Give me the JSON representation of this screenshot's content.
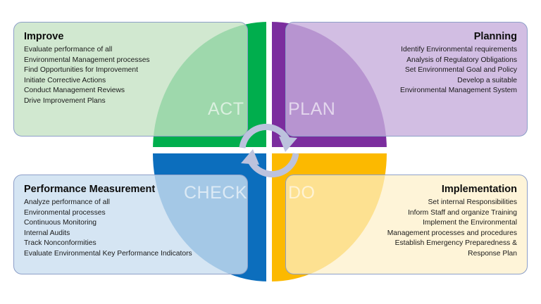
{
  "diagram": {
    "title": "PDCA Environmental Management Cycle",
    "type": "pdca-cycle"
  },
  "colors": {
    "act_wedge": "#00ae4d",
    "plan_wedge": "#7b2d9e",
    "check_wedge": "#0c6ebd",
    "do_wedge": "#fcb900",
    "improve_card": "#c6e2c4",
    "planning_card": "#c7aedc",
    "performance_card": "#cadef0",
    "implementation_card": "#fdf0c9",
    "card_border": "#8d9fc8",
    "arrow": "#bcc2dd"
  },
  "stage_words": {
    "act": "ACT",
    "plan": "PLAN",
    "check": "CHECK",
    "do": "DO"
  },
  "quadrants": {
    "improve": {
      "title": "Improve",
      "stage": "ACT",
      "lines": [
        "Evaluate performance of all",
        "Environmental Management processes",
        "Find Opportunities for Improvement",
        "Initiate Corrective Actions",
        "Conduct Management Reviews",
        "Drive Improvement Plans"
      ]
    },
    "planning": {
      "title": "Planning",
      "stage": "PLAN",
      "lines": [
        "Identify Environmental requirements",
        "Analysis of Regulatory Obligations",
        "Set Environmental Goal and Policy",
        "Develop a suitable",
        "Environmental Management System"
      ]
    },
    "performance": {
      "title": "Performance Measurement",
      "stage": "CHECK",
      "lines": [
        "Analyze performance of all",
        "Environmental processes",
        "Continuous Monitoring",
        "Internal Audits",
        "Track Nonconformities",
        "Evaluate Environmental Key Performance Indicators"
      ]
    },
    "implementation": {
      "title": "Implementation",
      "stage": "DO",
      "lines": [
        "Set internal Responsibilities",
        "Inform Staff and organize Training",
        "Implement the Environmental",
        "Management processes and procedures",
        "Establish Emergency Preparedness &",
        "Response Plan"
      ]
    }
  },
  "arrows": [
    {
      "name": "act-to-plan-arrow",
      "direction": "left-to-right-over-top"
    },
    {
      "name": "do-to-check-arrow",
      "direction": "right-to-left-under-bottom"
    }
  ]
}
